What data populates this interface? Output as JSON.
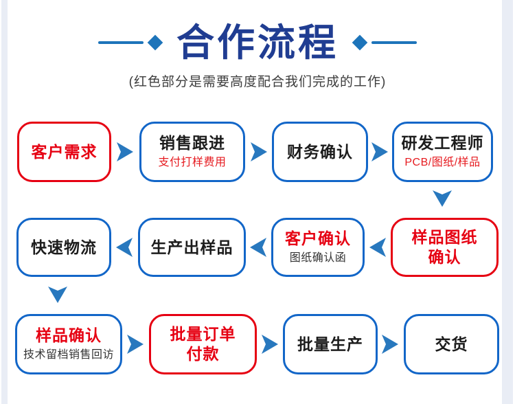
{
  "header": {
    "title": "合作流程",
    "subtitle": "(红色部分是需要高度配合我们完成的工作)"
  },
  "nodes": [
    {
      "label": "客户需求"
    },
    {
      "label": "销售跟进",
      "sub": "支付打样费用"
    },
    {
      "label": "财务确认"
    },
    {
      "label": "研发工程师",
      "sub": "PCB/图纸/样品"
    },
    {
      "label": "样品图纸\n确认"
    },
    {
      "label": "客户确认",
      "sub": "图纸确认函"
    },
    {
      "label": "生产出样品"
    },
    {
      "label": "快速物流"
    },
    {
      "label": "样品确认",
      "sub": "技术留档销售回访"
    },
    {
      "label": "批量订单\n付款"
    },
    {
      "label": "批量生产"
    },
    {
      "label": "交货"
    }
  ],
  "colors": {
    "title_navy": "#203d92",
    "accent_blue": "#1d74ba",
    "box_border_blue": "#1266c8",
    "box_border_red": "#e60012",
    "arrow_blue": "#2878be",
    "label_dark": "#1c1c1c",
    "sub_red": "#e61a1f",
    "subtitle_gray": "#3c3c3c",
    "edge_strip": "#e9edf5"
  }
}
